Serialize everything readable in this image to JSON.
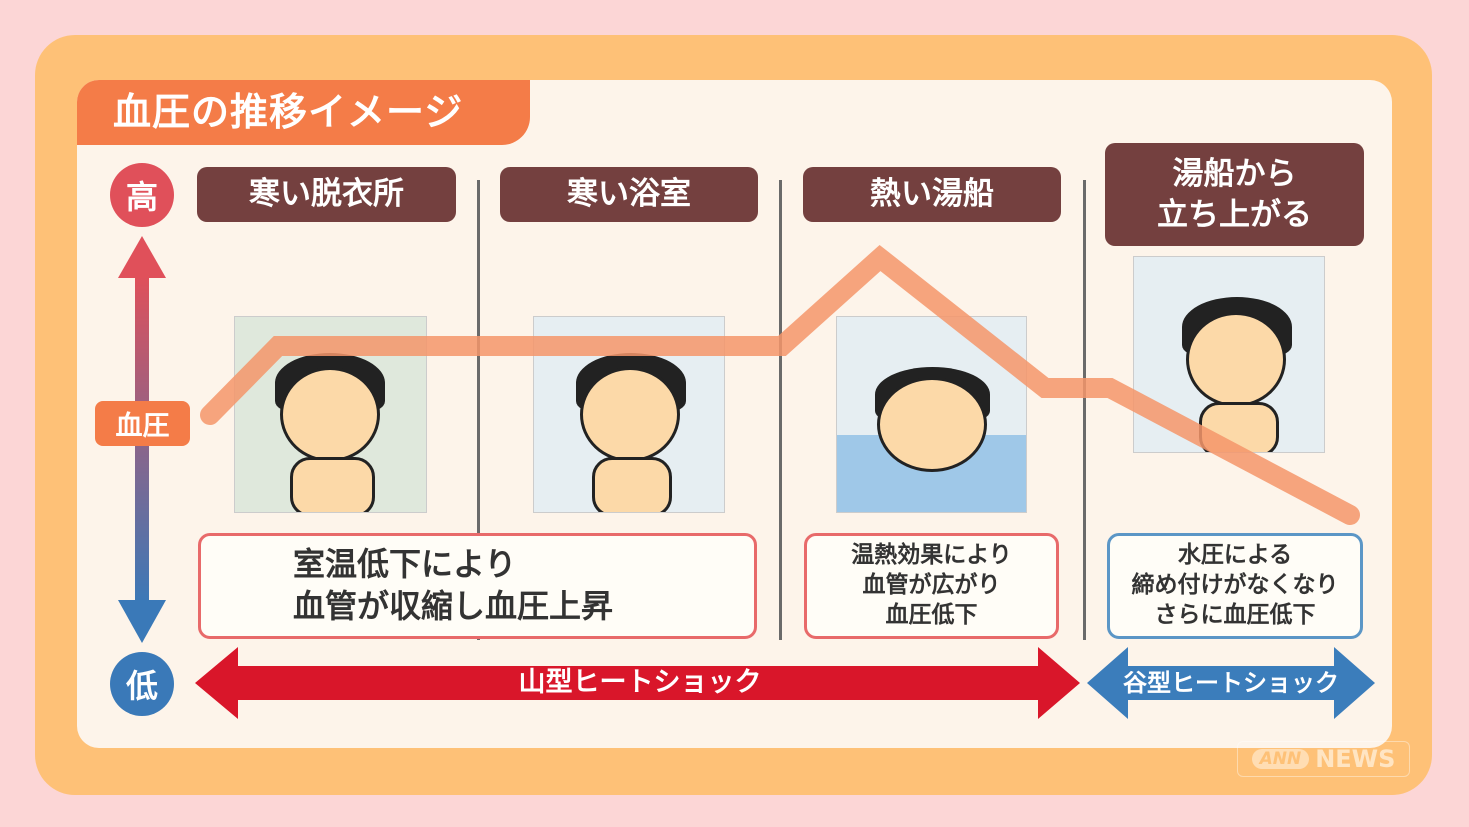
{
  "title": "血圧の推移イメージ",
  "axis": {
    "high": "高",
    "low": "低",
    "label": "血圧",
    "high_color": "#e0505a",
    "low_color": "#3a79b8"
  },
  "stages": [
    {
      "label": "寒い脱衣所"
    },
    {
      "label": "寒い浴室"
    },
    {
      "label": "熱い湯船"
    },
    {
      "label": "湯船から\n立ち上がる"
    }
  ],
  "notes": [
    {
      "text": "室温低下により\n血管が収縮し血圧上昇"
    },
    {
      "text": "温熱効果により\n血管が広がり\n血圧低下"
    },
    {
      "text": "水圧による\n締め付けがなくなり\nさらに血圧低下"
    }
  ],
  "arrows": {
    "mountain": "山型ヒートショック",
    "valley": "谷型ヒートショック",
    "mountain_color": "#d9162a",
    "valley_color": "#3b7dbb"
  },
  "line_color": "#f5956a",
  "logo": {
    "ann": "ANN",
    "news": "NEWS"
  }
}
